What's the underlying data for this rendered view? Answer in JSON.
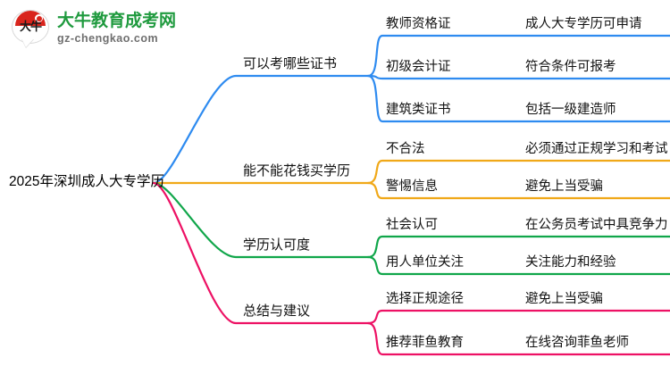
{
  "logo": {
    "mark_text": "大牛",
    "title": "大牛教育成考网",
    "subtitle": "gz-chengkao.com",
    "brand_green": "#1f9a3e",
    "brand_red": "#d9251d"
  },
  "mindmap": {
    "root": {
      "label": "2025年深圳成人大专学历"
    },
    "branches": [
      {
        "label": "可以考哪些证书",
        "color": "#2e8bf0",
        "children": [
          {
            "label": "教师资格证",
            "detail": "成人大专学历可申请"
          },
          {
            "label": "初级会计证",
            "detail": "符合条件可报考"
          },
          {
            "label": "建筑类证书",
            "detail": "包括一级建造师"
          }
        ]
      },
      {
        "label": "能不能花钱买学历",
        "color": "#f0a818",
        "children": [
          {
            "label": "不合法",
            "detail": "必须通过正规学习和考试"
          },
          {
            "label": "警惕信息",
            "detail": "避免上当受骗"
          }
        ]
      },
      {
        "label": "学历认可度",
        "color": "#10a64a",
        "children": [
          {
            "label": "社会认可",
            "detail": "在公务员考试中具竞争力"
          },
          {
            "label": "用人单位关注",
            "detail": "关注能力和经验"
          }
        ]
      },
      {
        "label": "总结与建议",
        "color": "#ed1164",
        "children": [
          {
            "label": "选择正规途径",
            "detail": "避免上当受骗"
          },
          {
            "label": "推荐菲鱼教育",
            "detail": "在线咨询菲鱼老师"
          }
        ]
      }
    ]
  }
}
